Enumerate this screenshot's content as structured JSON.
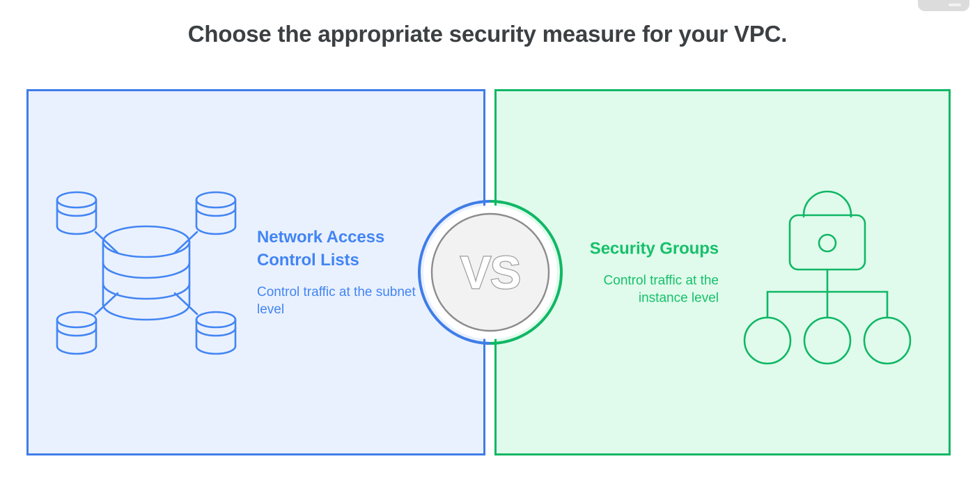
{
  "page": {
    "title": "Choose the appropriate security measure for your VPC.",
    "background_color": "#ffffff",
    "title_color": "#3c4043"
  },
  "corner_chip": {
    "name": "partial-toolbar-chip",
    "color": "#dcdcdc"
  },
  "vs_badge": {
    "label": "VS",
    "left_ring_color": "#3f7de8",
    "right_ring_color": "#10b765",
    "inner_fill": "#f2f2f2",
    "inner_stroke": "#8c8c8c",
    "text_color": "#ffffff",
    "text_stroke": "#9e9e9e"
  },
  "panels": [
    {
      "side": "left",
      "title": "Network Access Control Lists",
      "subtitle": "Control traffic at the subnet level",
      "icon": "database-network-icon",
      "accent_color": "#4285f4",
      "border_color": "#3f7de8",
      "fill_color": "#eaf1fe"
    },
    {
      "side": "right",
      "title": "Security Groups",
      "subtitle": "Control traffic at the instance level",
      "icon": "padlock-instances-icon",
      "accent_color": "#17c06a",
      "border_color": "#10b765",
      "fill_color": "#e0fbec"
    }
  ]
}
